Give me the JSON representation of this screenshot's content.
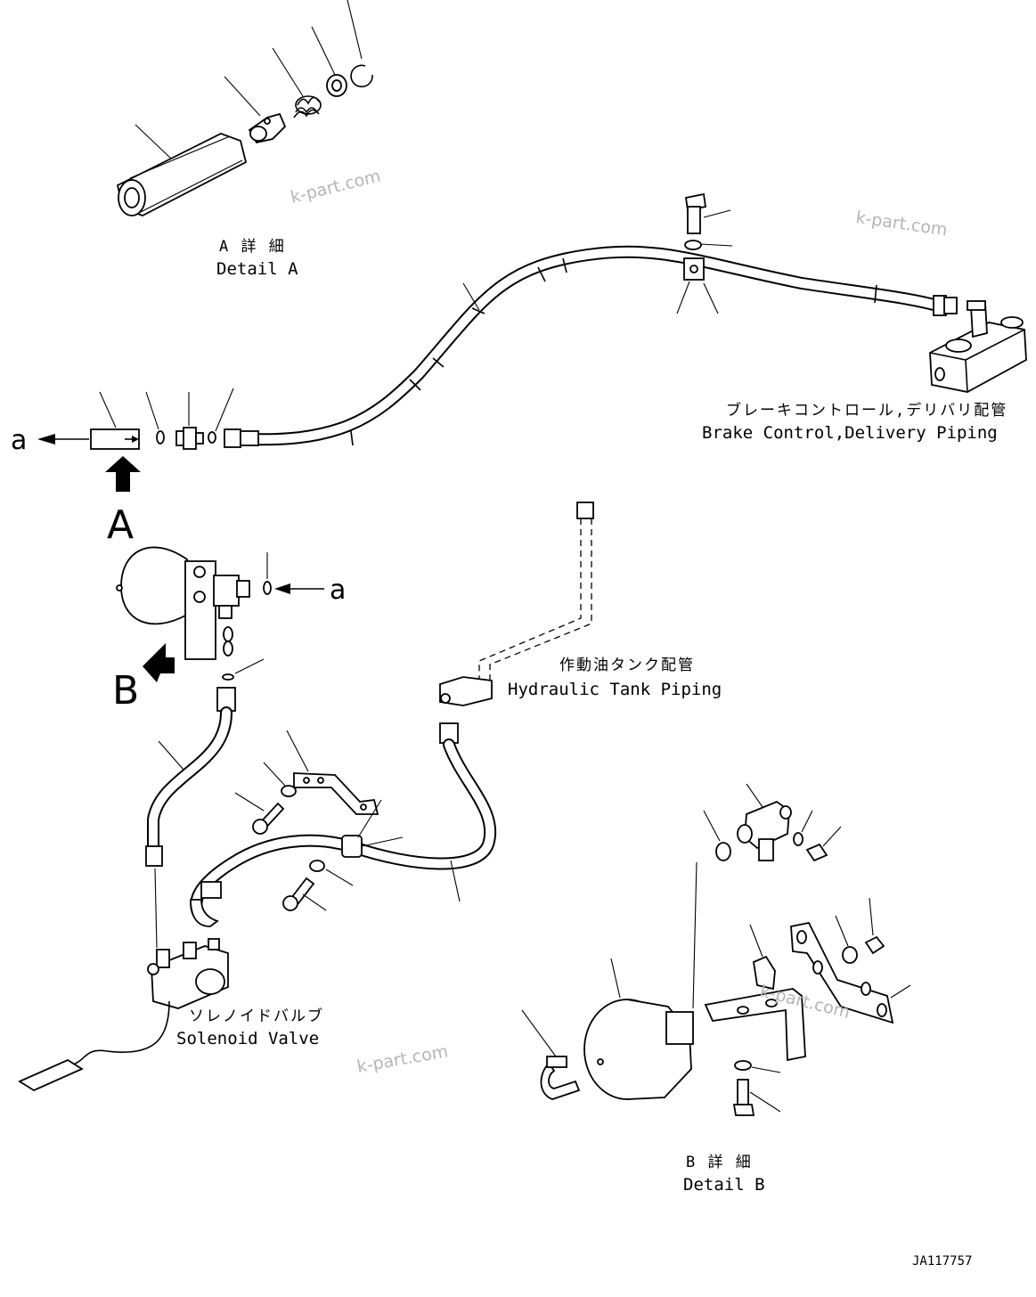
{
  "labels": {
    "detail_a_jp": "A 詳 細",
    "detail_a_en": "Detail A",
    "detail_b_jp": "B 詳 細",
    "detail_b_en": "Detail B",
    "brake_jp": "ブレーキコントロール,デリバリ配管",
    "brake_en": "Brake Control,Delivery Piping",
    "hyd_jp": "作動油タンク配管",
    "hyd_en": "Hydraulic Tank Piping",
    "sol_jp": "ソレノイドバルブ",
    "sol_en": "Solenoid Valve",
    "view_a": "A",
    "view_b": "B",
    "conn_a_left": "a",
    "conn_a_right": "a",
    "drawing_code": "JA117757"
  },
  "watermarks": [
    "k-part.com",
    "k-part.com",
    "k-part.com",
    "k-part.com"
  ],
  "colors": {
    "ink": "#000000",
    "watermark": "#b5b5b5",
    "background": "#ffffff"
  }
}
